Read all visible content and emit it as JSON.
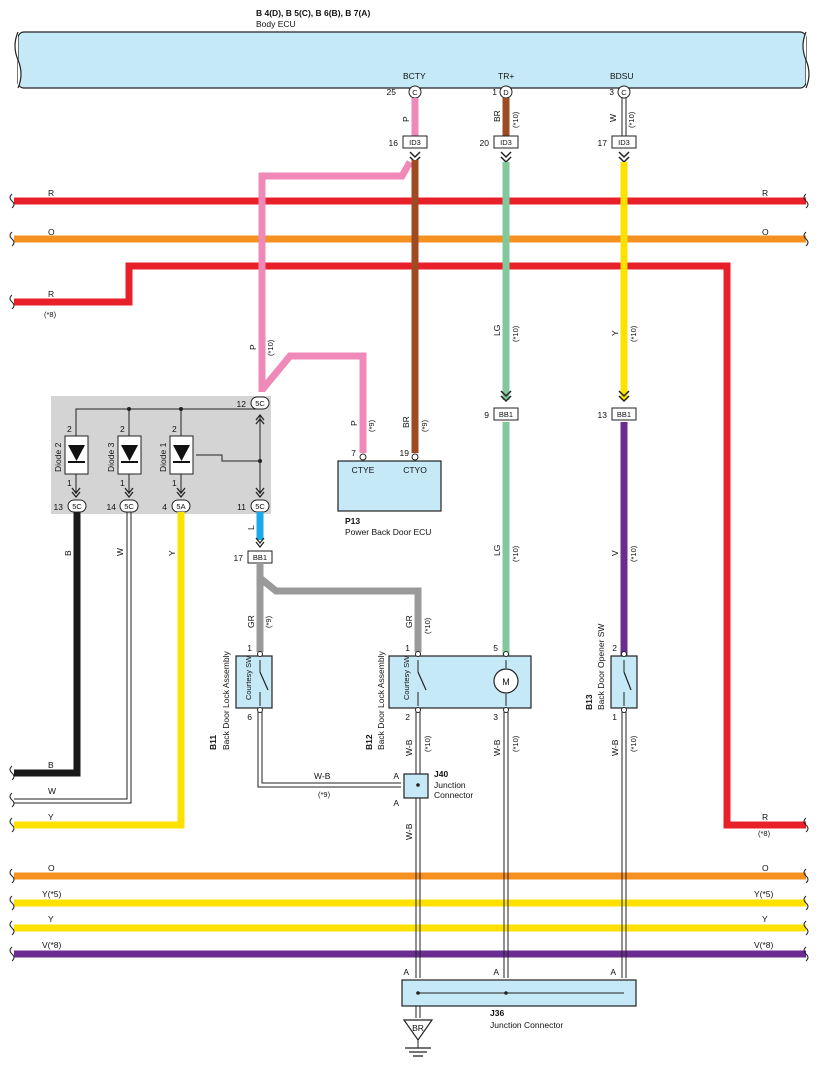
{
  "ecu": {
    "connectors": "B 4(D), B 5(C), B 6(B), B 7(A)",
    "name": "Body ECU"
  },
  "terminals": {
    "bcty": {
      "name": "BCTY",
      "pin": "25",
      "conn": "C"
    },
    "trp": {
      "name": "TR+",
      "pin": "1",
      "conn": "D"
    },
    "bdsu": {
      "name": "BDSU",
      "pin": "3",
      "conn": "C"
    }
  },
  "wires": {
    "bcty_top": {
      "color": "P",
      "note": ""
    },
    "trp_top": {
      "color": "BR",
      "note": "(*10)"
    },
    "bdsu_top": {
      "color": "W",
      "note": "(*10)"
    },
    "pink_mid": {
      "color": "P",
      "note": "(*10)"
    },
    "lg_upper": {
      "color": "LG",
      "note": "(*10)"
    },
    "y_upper": {
      "color": "Y",
      "note": "(*10)"
    },
    "p_ecu": {
      "color": "P",
      "note": "(*9)"
    },
    "br_ecu": {
      "color": "BR",
      "note": "(*9)"
    },
    "l_blue": {
      "color": "L"
    },
    "lg_lower": {
      "color": "LG",
      "note": "(*10)"
    },
    "v_lower": {
      "color": "V",
      "note": "(*10)"
    },
    "gr_b11": {
      "color": "GR",
      "note": "(*9)"
    },
    "gr_b12": {
      "color": "GR",
      "note": "(*10)"
    },
    "wb_b12": {
      "color": "W-B",
      "note": "(*10)"
    },
    "wb_motor": {
      "color": "W-B",
      "note": "(*10)"
    },
    "wb_b13": {
      "color": "W-B",
      "note": "(*10)"
    },
    "wb_b11": {
      "color": "W-B",
      "note": "(*9)"
    },
    "wb_j40": {
      "color": "W-B"
    },
    "diode_b": {
      "color": "B"
    },
    "diode_w": {
      "color": "W"
    },
    "diode_y": {
      "color": "Y"
    }
  },
  "connectors": {
    "id3_a": {
      "pin": "16",
      "name": "ID3"
    },
    "id3_b": {
      "pin": "20",
      "name": "ID3"
    },
    "id3_c": {
      "pin": "17",
      "name": "ID3"
    },
    "bb1_a": {
      "pin": "9",
      "name": "BB1"
    },
    "bb1_b": {
      "pin": "13",
      "name": "BB1"
    },
    "bb1_c": {
      "pin": "17",
      "name": "BB1"
    }
  },
  "bus": {
    "r1": {
      "left": "R",
      "right": "R"
    },
    "o1": {
      "left": "O",
      "right": "O"
    },
    "r2": {
      "left": "R",
      "left_note": "(*8)",
      "right": "R",
      "right_note": "(*8)"
    },
    "b": {
      "left": "B"
    },
    "w": {
      "left": "W"
    },
    "y": {
      "left": "Y"
    },
    "o2": {
      "left": "O",
      "right": "O"
    },
    "y5": {
      "left": "Y(*5)",
      "right": "Y(*5)"
    },
    "y3": {
      "left": "Y",
      "right": "Y"
    },
    "v8": {
      "left": "V(*8)",
      "right": "V(*8)"
    }
  },
  "diode_box": {
    "diodes": [
      {
        "name": "Diode 2",
        "pin_top": "2",
        "pin_bottom": "1",
        "pin_out": "13",
        "conn": "5C"
      },
      {
        "name": "Diode 3",
        "pin_top": "2",
        "pin_bottom": "1",
        "pin_out": "14",
        "conn": "5C"
      },
      {
        "name": "Diode 1",
        "pin_top": "2",
        "pin_bottom": "1",
        "pin_out": "4",
        "conn": "5A"
      }
    ],
    "in_pin": "12",
    "in_conn": "5C",
    "out_pin": "11",
    "out_conn": "5C"
  },
  "p13": {
    "id": "P13",
    "name": "Power Back Door ECU",
    "term1": "CTYE",
    "pin1": "7",
    "term2": "CTYO",
    "pin2": "19"
  },
  "b11": {
    "id": "B11",
    "name": "Back Door Lock Assembly",
    "sw": "Courtesy SW",
    "pin_top": "1",
    "pin_bottom": "6"
  },
  "b12": {
    "id": "B12",
    "name": "Back Door Lock Assembly",
    "sw": "Courtesy SW",
    "motor": "M",
    "pin1": "1",
    "pin2": "2",
    "pin3": "3",
    "pin5": "5"
  },
  "b13": {
    "id": "B13",
    "name": "Back Door Opener SW",
    "pin_top": "2",
    "pin_bottom": "1"
  },
  "j40": {
    "id": "J40",
    "name1": "Junction",
    "name2": "Connector",
    "pin_a1": "A",
    "pin_a2": "A"
  },
  "j36": {
    "id": "J36",
    "name": "Junction Connector",
    "pins": [
      "A",
      "A",
      "A"
    ]
  },
  "ground": {
    "label": "BR"
  },
  "colors": {
    "red": "#e8202a",
    "orange": "#f59120",
    "yellow": "#ffe100",
    "violet": "#6a2c91",
    "pink": "#ef8ab8",
    "brown": "#9e4b23",
    "lightgreen": "#82c89b",
    "blue": "#19a9e4",
    "gray": "#9a9a9a",
    "black": "#1a1a1a",
    "box": "#c6e9f7",
    "diodebox": "#d4d4d4"
  }
}
